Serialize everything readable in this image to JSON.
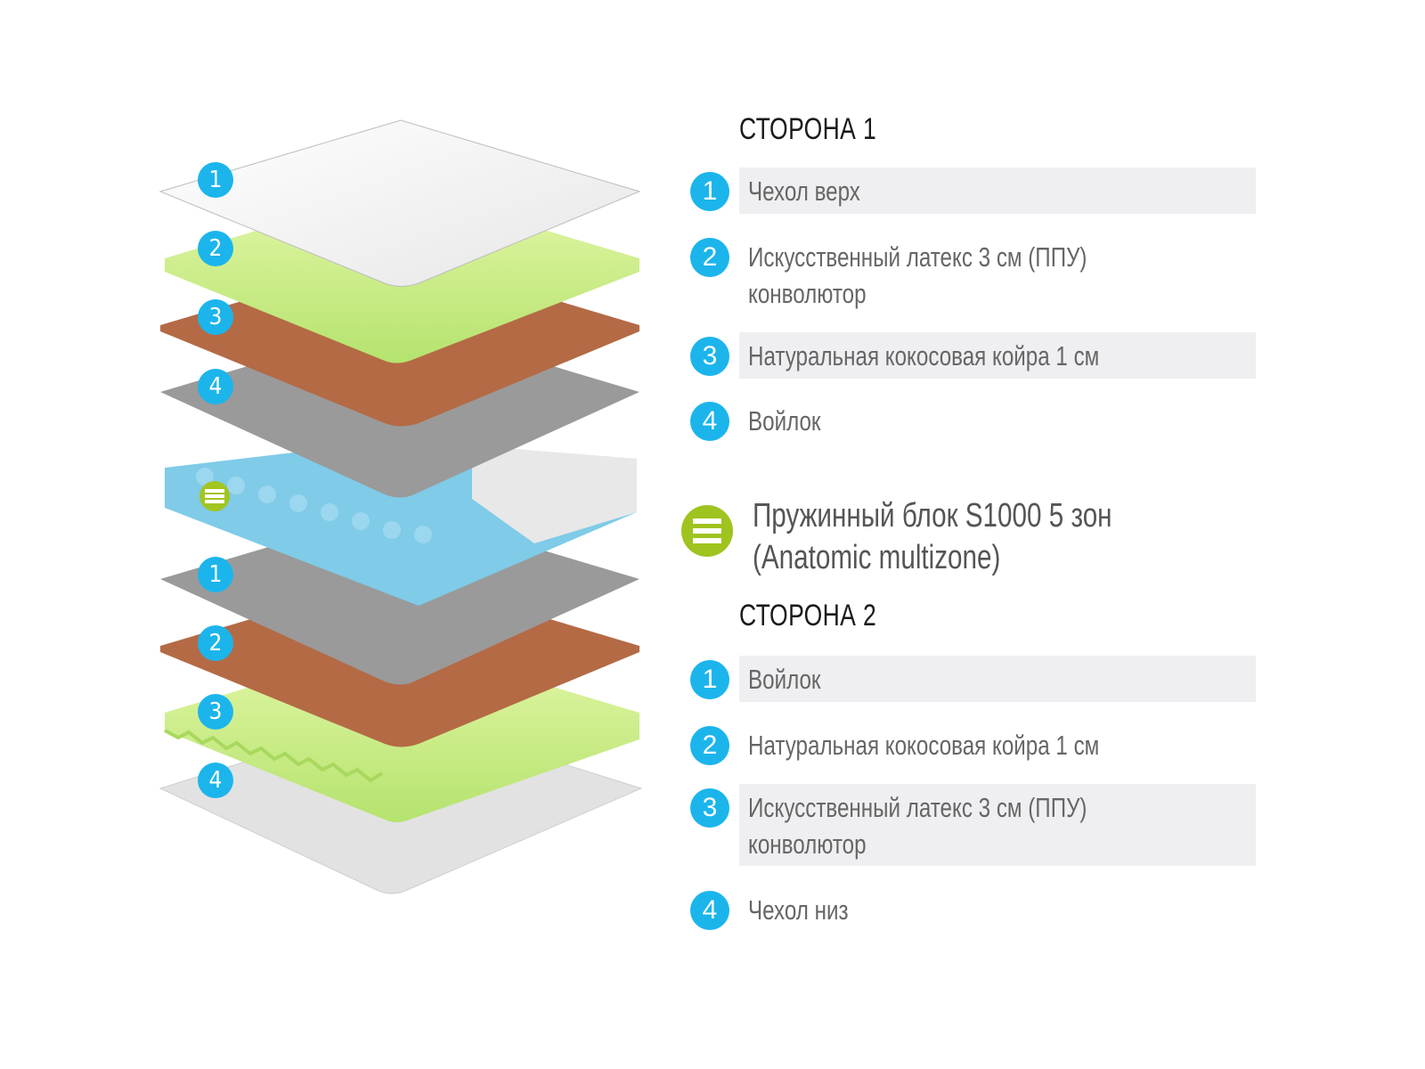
{
  "illustration": {
    "side1_badges": [
      "1",
      "2",
      "3",
      "4"
    ],
    "side2_badges": [
      "1",
      "2",
      "3",
      "4"
    ],
    "layers_top_to_bottom": [
      "cover-top",
      "convolute-foam",
      "coconut-coir",
      "felt",
      "pocket-spring-block",
      "felt",
      "coconut-coir",
      "convolute-foam",
      "cover-bottom"
    ]
  },
  "side1": {
    "heading": "СТОРОНА 1",
    "items": [
      {
        "num": "1",
        "line1": "Чехол верх",
        "line2": ""
      },
      {
        "num": "2",
        "line1": "Искусственный латекс 3 см (ППУ)",
        "line2": "конволютор"
      },
      {
        "num": "3",
        "line1": "Натуральная кокосовая койра 1 см",
        "line2": ""
      },
      {
        "num": "4",
        "line1": "Войлок",
        "line2": ""
      }
    ]
  },
  "core": {
    "line1": "Пружинный блок S1000 5 зон",
    "line2": "(Anatomic multizone)"
  },
  "side2": {
    "heading": "СТОРОНА 2",
    "items": [
      {
        "num": "1",
        "line1": "Войлок",
        "line2": ""
      },
      {
        "num": "2",
        "line1": "Натуральная кокосовая койра 1 см",
        "line2": ""
      },
      {
        "num": "3",
        "line1": "Искусственный латекс 3 см (ППУ)",
        "line2": "конволютор"
      },
      {
        "num": "4",
        "line1": "Чехол низ",
        "line2": ""
      }
    ]
  },
  "colors": {
    "badge_blue": "#1bb5ec",
    "badge_green": "#9fc31f",
    "row_shade": "#efeff2",
    "text_gray": "#666666"
  }
}
